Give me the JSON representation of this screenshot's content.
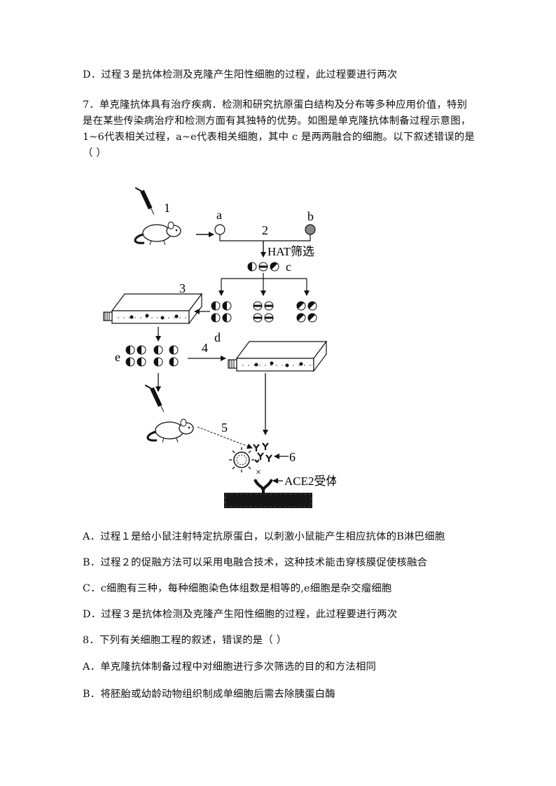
{
  "lines": {
    "l1": "D．过程３是抗体检测及克隆产生阳性细胞的过程，此过程要进行两次",
    "q7_1": "7．单克隆抗体具有治疗疾病．检测和研究抗原蛋白结构及分布等多种应用价值，特别",
    "q7_2": "是在某些传染病治疗和检测方面有其独特的优势。如图是单克隆抗体制备过程示意图，",
    "q7_3": "1~6代表相关过程，a~e代表相关细胞，其中 c 是两两融合的细胞。以下叙述错误的是",
    "q7_4": "（    ）",
    "optA": "A．过程１是给小鼠注射特定抗原蛋白，以刺激小鼠能产生相应抗体的B淋巴细胞",
    "optB": "B．过程２的促融方法可以采用电融合技术，这种技术能击穿核膜促使核融合",
    "optC": "C．c细胞有三种，每种细胞染色体组数是相等的,e细胞是杂交瘤细胞",
    "optD": "D．过程３是抗体检测及克隆产生阳性细胞的过程，此过程要进行两次",
    "q8": "8．下列有关细胞工程的叙述，错误的是（    ）",
    "q8A": "A．单克隆抗体制备过程中对细胞进行多次筛选的目的和方法相同",
    "q8B": "B．将胚胎或幼龄动物组织制成单细胞后需去除胰蛋白酶"
  },
  "diagram": {
    "label_1": "1",
    "label_a": "a",
    "label_2": "2",
    "label_b": "b",
    "label_hat": "HAT筛选",
    "label_c": "c",
    "label_3": "3",
    "label_d": "d",
    "label_4": "4",
    "label_e": "e",
    "label_5": "5",
    "label_6": "6",
    "label_ace2": "ACE2受体",
    "label_x": "×"
  }
}
